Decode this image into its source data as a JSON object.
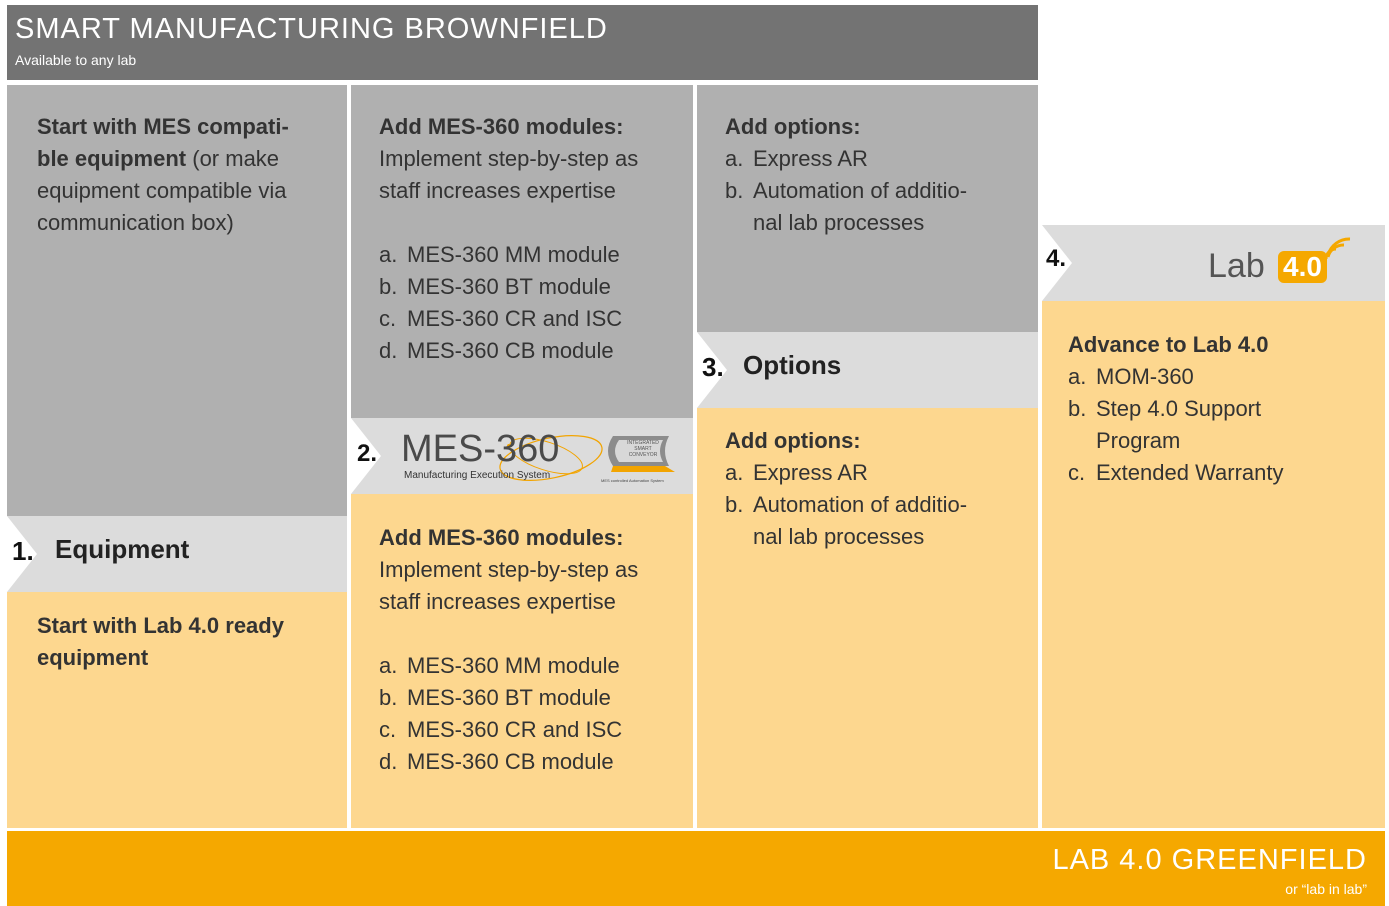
{
  "header": {
    "title": "SMART MANUFACTURING BROWNFIELD",
    "subtitle": "Available to any lab"
  },
  "footer": {
    "title": "LAB 4.0 GREENFIELD",
    "subtitle": "or “lab in lab”"
  },
  "col1": {
    "brownfield_bold_1": "Start with MES compati-",
    "brownfield_bold_2": "ble equipment",
    "brownfield_rest_2": " (or make",
    "brownfield_line_3": "equipment compatible via",
    "brownfield_line_4": "communication box)",
    "step_number": "1.",
    "step_title": "Equipment",
    "greenfield_line_1": "Start with Lab 4.0 ready",
    "greenfield_line_2": "equipment"
  },
  "col2": {
    "heading": "Add MES-360 modules:",
    "intro_1": "Implement step-by-step as",
    "intro_2": "staff increases expertise",
    "items": [
      {
        "marker": "a.",
        "text": "MES-360 MM module"
      },
      {
        "marker": "b.",
        "text": "MES-360 BT module"
      },
      {
        "marker": "c.",
        "text": "MES-360 CR and ISC"
      },
      {
        "marker": "d.",
        "text": "MES-360 CB module"
      }
    ],
    "step_number": "2.",
    "logo_main": "MES-360",
    "logo_sub": "Manufacturing Execution System",
    "badge_line_1": "INTEGRATED",
    "badge_line_2": "SMART",
    "badge_line_3": "CONVEYOR",
    "badge_caption": "MES controlled Automation System"
  },
  "col3": {
    "heading": "Add options:",
    "item_a_marker": "a.",
    "item_a": "Express AR",
    "item_b_marker": "b.",
    "item_b_1": "Automation of additio-",
    "item_b_2": "nal lab processes",
    "step_number": "3.",
    "step_title": "Options"
  },
  "col4": {
    "step_number": "4.",
    "logo_word": "Lab",
    "logo_badge": "4.0",
    "heading": "Advance to Lab 4.0",
    "item_a_marker": "a.",
    "item_a": "MOM-360",
    "item_b_marker": "b.",
    "item_b_1": "Step 4.0 Support",
    "item_b_2": "Program",
    "item_c_marker": "c.",
    "item_c": "Extended Warranty"
  },
  "colors": {
    "header_grey": "#737373",
    "panel_grey": "#b0b0b0",
    "band_grey": "#dcdcdc",
    "peach": "#fdd78f",
    "orange": "#f5a800"
  }
}
